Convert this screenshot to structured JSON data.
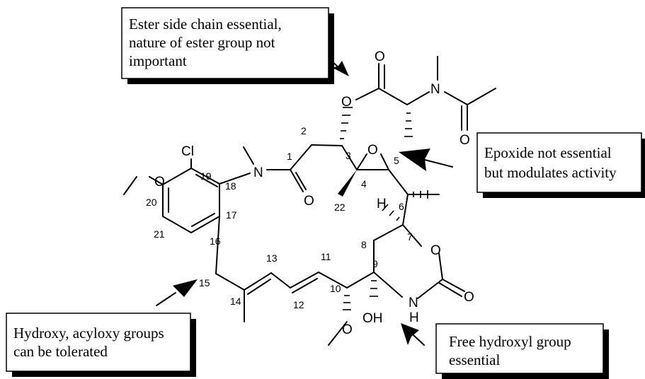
{
  "annotations": [
    {
      "id": "ester",
      "lines": [
        "Ester side chain essential,",
        "nature of ester group not",
        "important"
      ]
    },
    {
      "id": "epoxide",
      "lines": [
        "Epoxide not essential",
        "but modulates activity"
      ]
    },
    {
      "id": "hydroxy",
      "lines": [
        "Hydroxy, acyloxy groups",
        "can be tolerated"
      ]
    },
    {
      "id": "hydroxyl",
      "lines": [
        "Free hydroxyl group",
        "essential"
      ]
    }
  ],
  "atoms": {
    "cl": "Cl",
    "n_amide": "N",
    "o_carbonyl1": "O",
    "o_ester": "O",
    "o_ester_carbonyl": "O",
    "n_side": "N",
    "o_acetyl": "O",
    "o_epoxide": "O",
    "h7": "H",
    "o_ring": "O",
    "o_carbamate": "O",
    "nh": "N",
    "h_nh": "H",
    "oh": "OH",
    "o_methoxy20": "O",
    "o_methoxy10": "O"
  },
  "numbers": {
    "n1": "1",
    "n2": "2",
    "n3": "3",
    "n4": "4",
    "n5": "5",
    "n6": "6",
    "n7": "7",
    "n8": "8",
    "n9": "9",
    "n10": "10",
    "n11": "11",
    "n12": "12",
    "n13": "13",
    "n14": "14",
    "n15": "15",
    "n16": "16",
    "n17": "17",
    "n18": "18",
    "n19": "19",
    "n20": "20",
    "n21": "21",
    "n22": "22"
  }
}
